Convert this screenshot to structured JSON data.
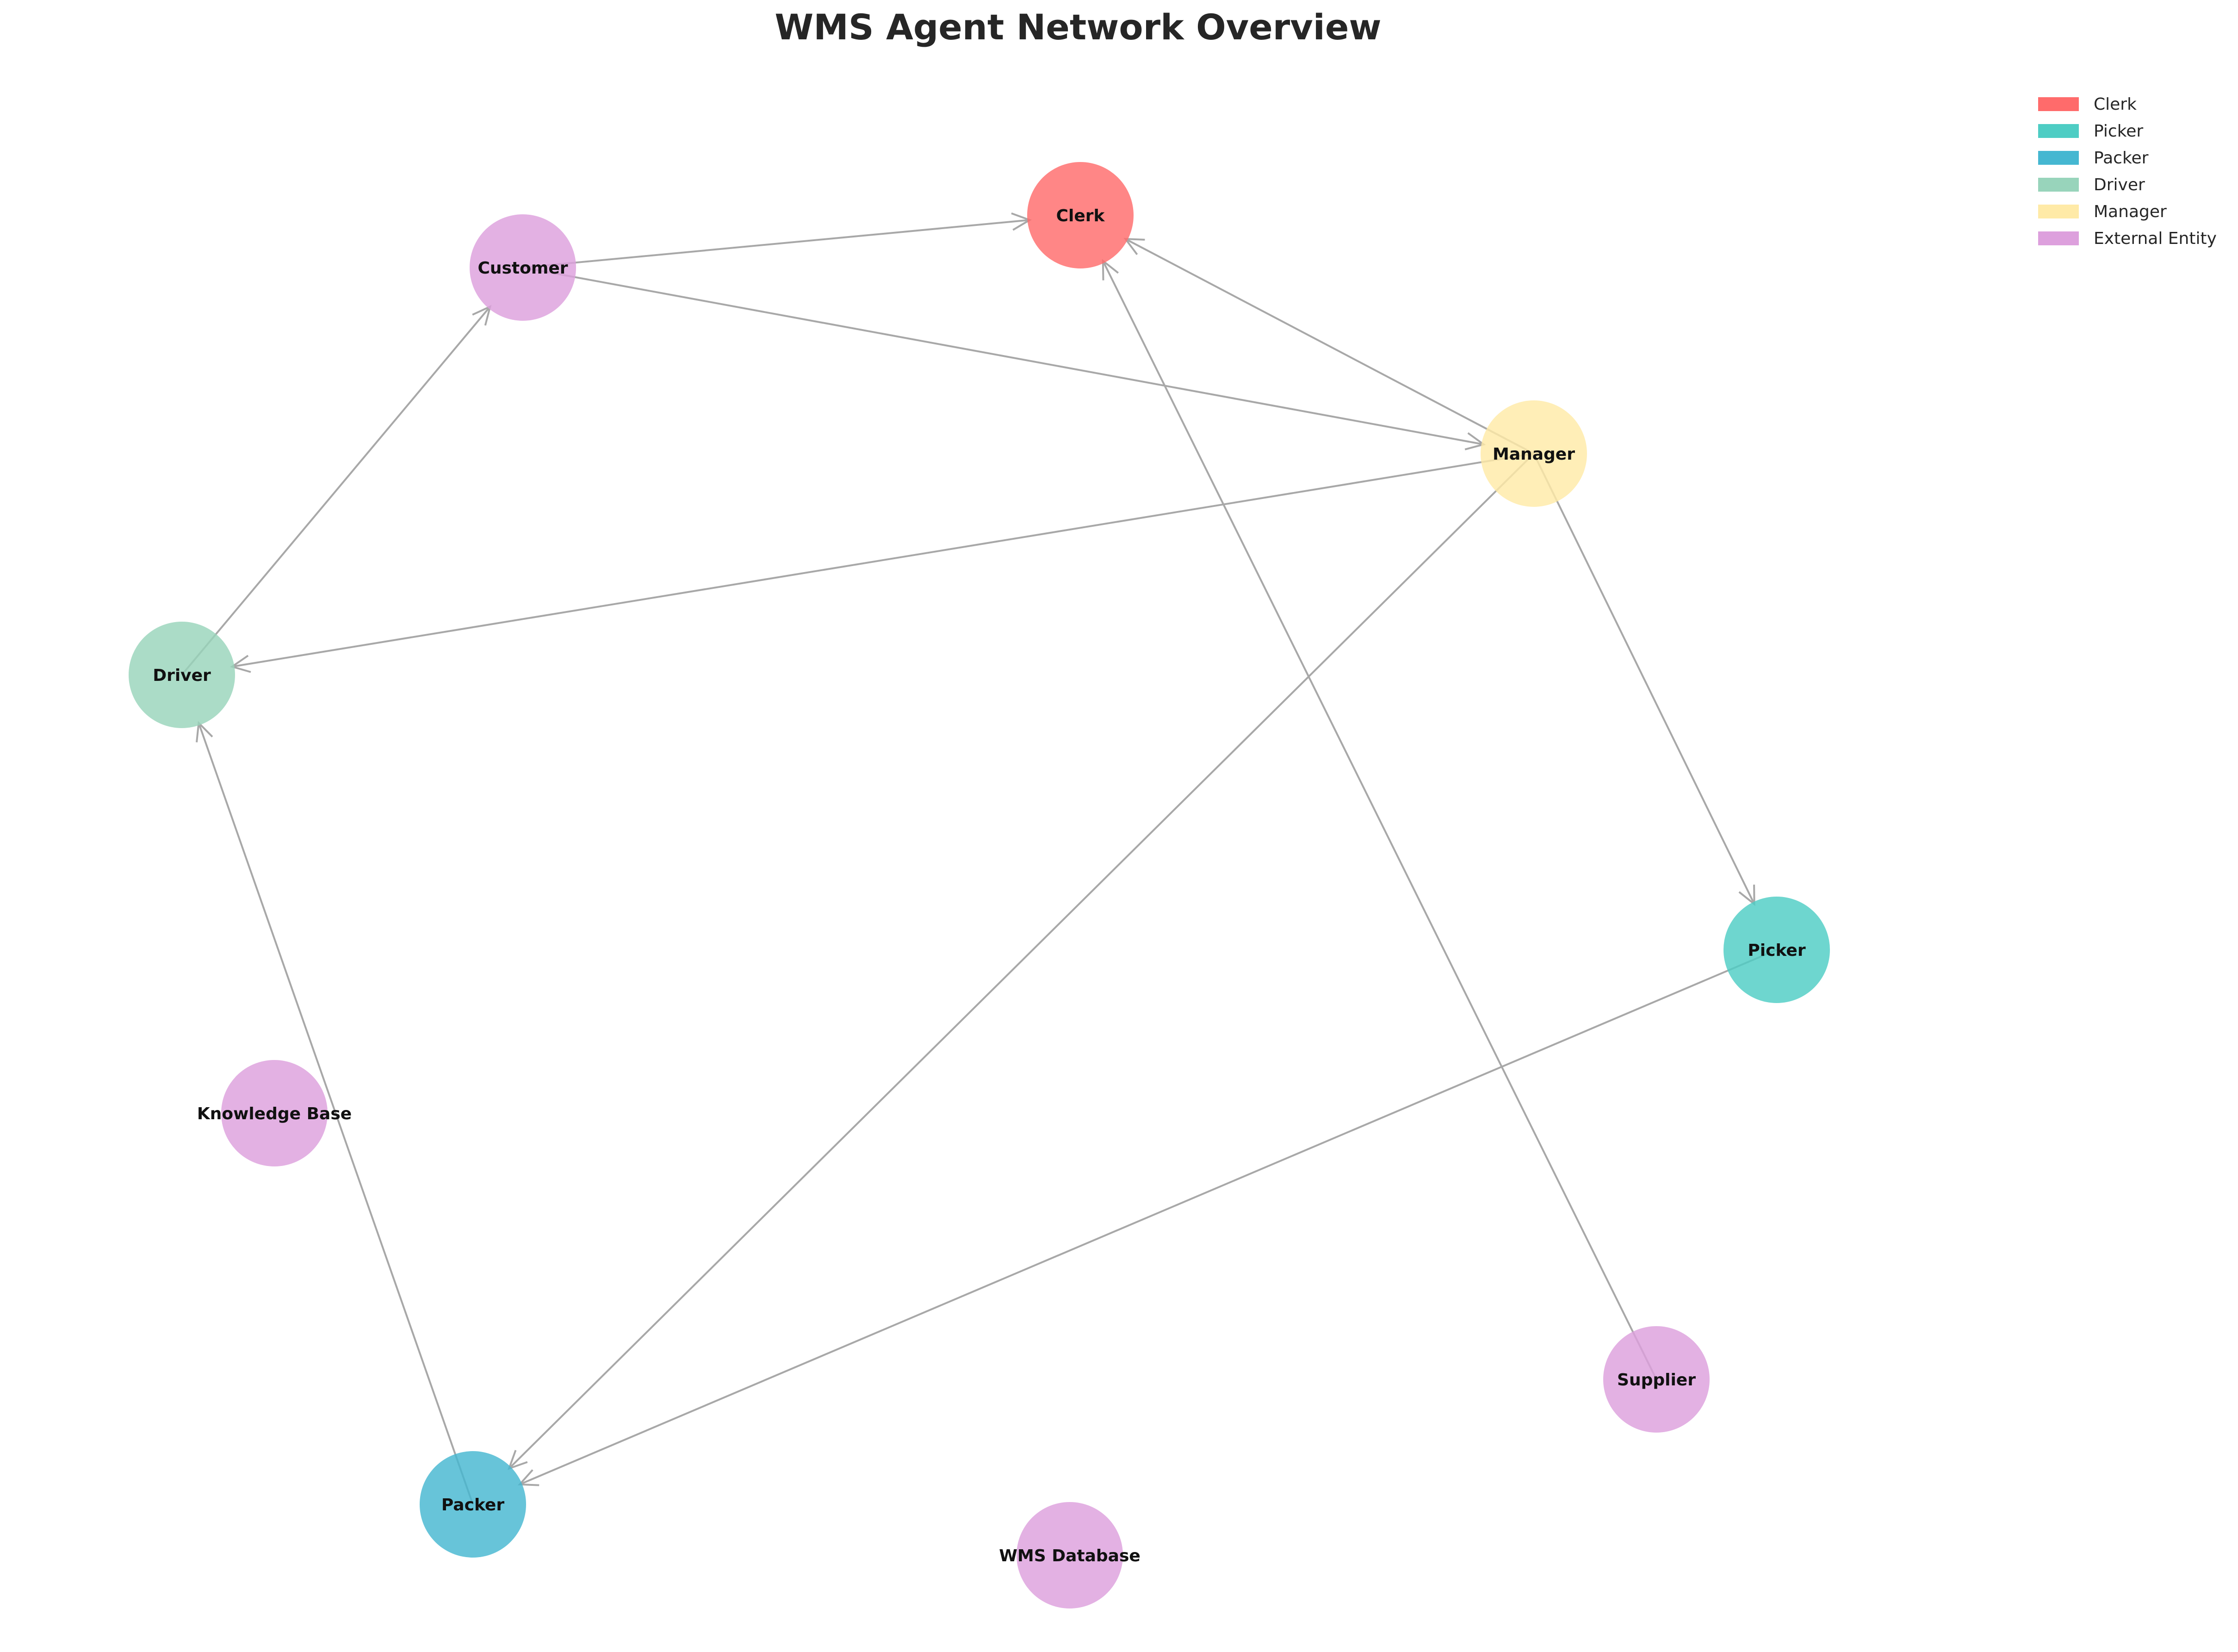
{
  "title": "WMS Agent Network Overview",
  "colors": {
    "edge": "#a8a8a8",
    "clerk": "#ff6b6b",
    "picker": "#4ecdc4",
    "packer": "#45b7d1",
    "driver": "#98d4bb",
    "manager": "#ffeaa7",
    "external": "#dda0dd"
  },
  "legend": [
    {
      "label": "Clerk",
      "color": "#ff6b6b"
    },
    {
      "label": "Picker",
      "color": "#4ecdc4"
    },
    {
      "label": "Packer",
      "color": "#45b7d1"
    },
    {
      "label": "Driver",
      "color": "#98d4bb"
    },
    {
      "label": "Manager",
      "color": "#ffeaa7"
    },
    {
      "label": "External Entity",
      "color": "#dda0dd"
    }
  ],
  "nodes": [
    {
      "id": "clerk",
      "label": "Clerk",
      "role": "Clerk",
      "color": "#ff6b6b"
    },
    {
      "id": "customer",
      "label": "Customer",
      "role": "External Entity",
      "color": "#dda0dd"
    },
    {
      "id": "manager",
      "label": "Manager",
      "role": "Manager",
      "color": "#ffeaa7"
    },
    {
      "id": "driver",
      "label": "Driver",
      "role": "Driver",
      "color": "#98d4bb"
    },
    {
      "id": "picker",
      "label": "Picker",
      "role": "Picker",
      "color": "#4ecdc4"
    },
    {
      "id": "knowledge_base",
      "label": "Knowledge Base",
      "role": "External Entity",
      "color": "#dda0dd"
    },
    {
      "id": "supplier",
      "label": "Supplier",
      "role": "External Entity",
      "color": "#dda0dd"
    },
    {
      "id": "packer",
      "label": "Packer",
      "role": "Packer",
      "color": "#45b7d1"
    },
    {
      "id": "wms_database",
      "label": "WMS Database",
      "role": "External Entity",
      "color": "#dda0dd"
    }
  ],
  "edges": [
    {
      "from": "customer",
      "to": "clerk"
    },
    {
      "from": "customer",
      "to": "manager"
    },
    {
      "from": "manager",
      "to": "clerk"
    },
    {
      "from": "manager",
      "to": "driver"
    },
    {
      "from": "manager",
      "to": "packer"
    },
    {
      "from": "manager",
      "to": "picker"
    },
    {
      "from": "driver",
      "to": "customer"
    },
    {
      "from": "packer",
      "to": "driver"
    },
    {
      "from": "picker",
      "to": "packer"
    },
    {
      "from": "supplier",
      "to": "clerk"
    }
  ]
}
